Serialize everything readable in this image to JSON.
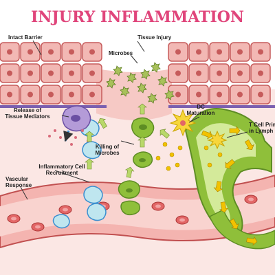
{
  "title": "INJURY INFLAMMATION",
  "labels": {
    "intact_barrier": "Intact Barrier",
    "tissue_injury": "Tissue Injury",
    "microbes": "Microbes",
    "release_line1": "Release of",
    "release_line2": "Tissue Mediators",
    "dc_line1": "DC",
    "dc_line2": "Maturation",
    "tcell_line1": "T Cell Priming",
    "tcell_line2": "in Lymph Node",
    "killing_line1": "Killing of",
    "killing_line2": "Microbes",
    "recruit_line1": "Inflammatory Cell",
    "recruit_line2": "Recruitment",
    "vascular_line1": "Vascular",
    "vascular_line2": "Response"
  },
  "colors": {
    "title": "#e0457b",
    "tissue_fill": "#f2b8b4",
    "tissue_stroke": "#c65b5b",
    "vessel": "#f4b4b0",
    "vessel_stroke": "#c15050",
    "red_cell": "#e26666",
    "lymph": "#8fbf3a",
    "lymph_dark": "#5e8d24",
    "arrow_green": "#b9d86a",
    "arrow_yellow": "#f2c200",
    "immune_blue": "#bfe6ef",
    "dc_yellow": "#f7d63b",
    "mediator_purple": "#b49bd8",
    "mediator_arrow": "#3a8fd0"
  }
}
